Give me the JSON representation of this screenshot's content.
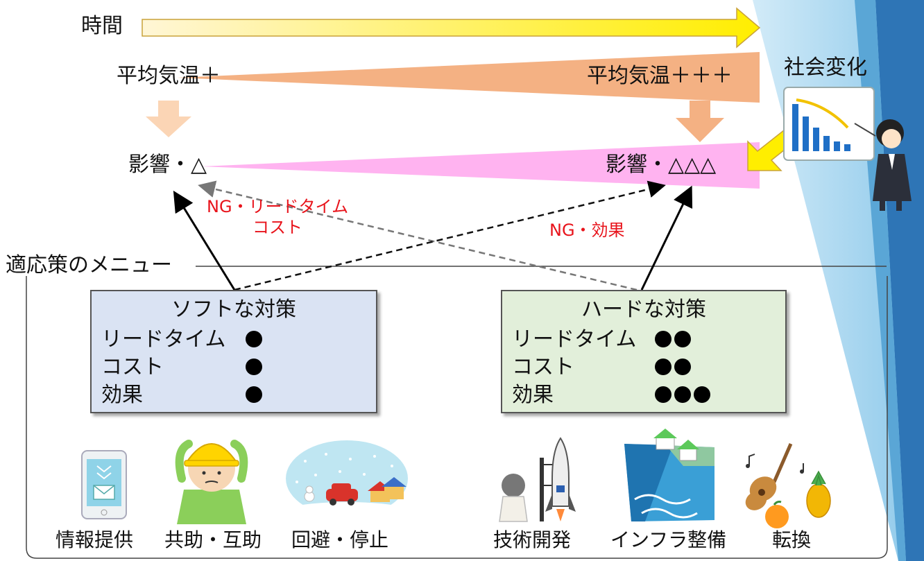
{
  "timeline": {
    "time_label": "時間",
    "temp_start": "平均気温＋",
    "temp_end": "平均気温＋＋＋",
    "impact_start": "影響・△",
    "impact_end": "影響・△△△",
    "social_change": "社会変化"
  },
  "warnings": {
    "left": "NG・リードタイム\nコスト",
    "right": "NG・効果"
  },
  "menu": {
    "title": "適応策のメニュー"
  },
  "soft_box": {
    "title": "ソフトな対策",
    "rows": [
      {
        "label": "リードタイム",
        "dots": 1
      },
      {
        "label": "コスト",
        "dots": 1
      },
      {
        "label": "効果",
        "dots": 1
      }
    ]
  },
  "hard_box": {
    "title": "ハードな対策",
    "rows": [
      {
        "label": "リードタイム",
        "dots": 2
      },
      {
        "label": "コスト",
        "dots": 2
      },
      {
        "label": "効果",
        "dots": 3
      }
    ]
  },
  "measures": [
    {
      "label": "情報提供",
      "icon": "smartphone-icon"
    },
    {
      "label": "共助・互助",
      "icon": "helmet-person-icon"
    },
    {
      "label": "回避・停止",
      "icon": "snowstorm-car-icon"
    },
    {
      "label": "技術開発",
      "icon": "rocket-icon"
    },
    {
      "label": "インフラ整備",
      "icon": "river-levee-icon"
    },
    {
      "label": "転換",
      "icon": "ukulele-fruit-icon"
    }
  ],
  "colors": {
    "time_arrow_start": "#fff3cc",
    "time_arrow_end": "#ffee00",
    "temp_wedge": "#f4b183",
    "impact_wedge": "#ffb3f0",
    "soft_box_bg": "#dae3f3",
    "hard_box_bg": "#e2efda",
    "side_band_light": "#c7e5f5",
    "side_band_dark": "#2e75b6"
  }
}
